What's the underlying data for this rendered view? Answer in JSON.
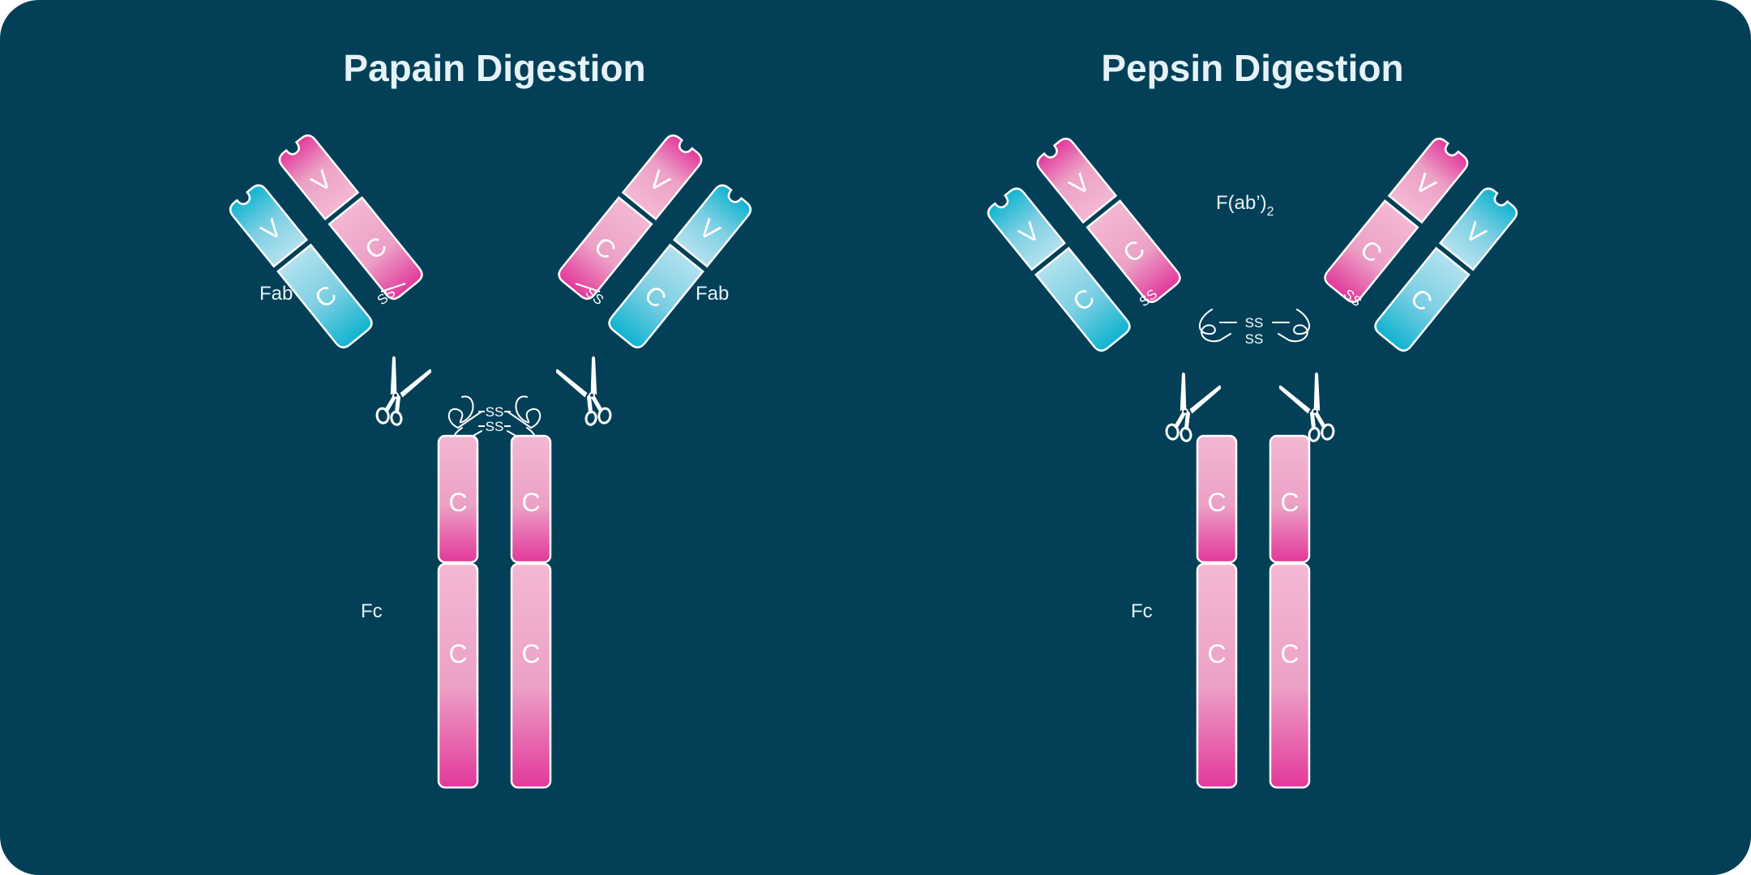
{
  "panels": {
    "papain": {
      "title": "Papain Digestion",
      "fab_left_label": "Fab",
      "fab_right_label": "Fab",
      "fc_label": "Fc",
      "disulfide_label": "SS"
    },
    "pepsin": {
      "title": "Pepsin Digestion",
      "fragment_label": "F(ab’)",
      "fragment_subscript": "2",
      "fc_label": "Fc",
      "disulfide_label": "SS"
    }
  },
  "domain_labels": {
    "variable": "V",
    "constant": "C"
  },
  "icons": [
    "scissors-icon"
  ],
  "colors": {
    "background": "#034058",
    "heavy_chain": "#e2389a",
    "heavy_chain_light": "#f2b7d3",
    "light_chain": "#12b4d0",
    "light_chain_light": "#a8dcea",
    "outline": "#ffffff"
  }
}
